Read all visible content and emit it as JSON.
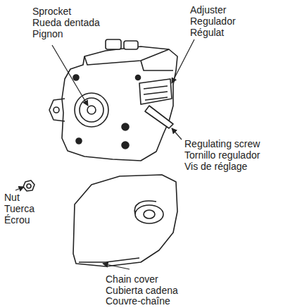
{
  "diagram": {
    "labels": [
      "Sprocket",
      "Rueda dentada",
      "Pignon",
      "Adjuster",
      "Regulador",
      "Régulat",
      "Regulating screw",
      "Tornillo regulador",
      "Vis de réglage",
      "Nut",
      "Tuerca",
      "Écrou",
      "Chain cover",
      "Cubierta cadena",
      "Couvre-chaîne"
    ]
  }
}
